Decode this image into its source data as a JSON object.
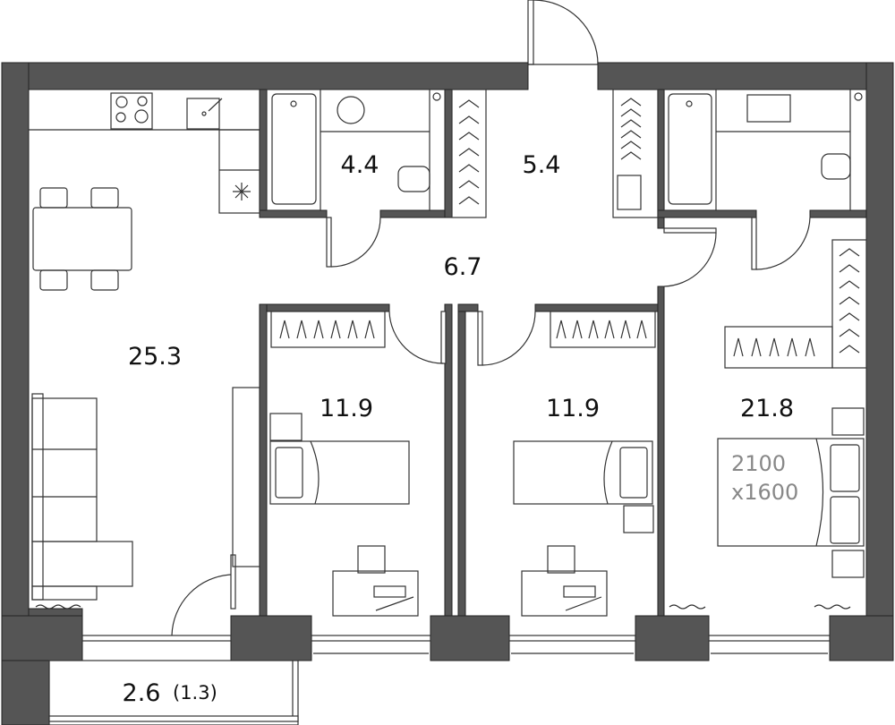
{
  "plan": {
    "rooms": {
      "kitchen_living": {
        "area": "25.3"
      },
      "bathroom_1": {
        "area": "4.4"
      },
      "wardrobe_hall": {
        "area": "5.4"
      },
      "hall": {
        "area": "6.7"
      },
      "bedroom_1": {
        "area": "11.9"
      },
      "bedroom_2": {
        "area": "11.9"
      },
      "master_bedroom": {
        "area": "21.8"
      },
      "balcony": {
        "area": "2.6",
        "reduced_area": "(1.3)"
      }
    },
    "bed_size": {
      "length": "2100",
      "width": "x1600"
    },
    "colors": {
      "wall": "#555555",
      "line": "#333333",
      "bed_label": "#888888"
    }
  }
}
